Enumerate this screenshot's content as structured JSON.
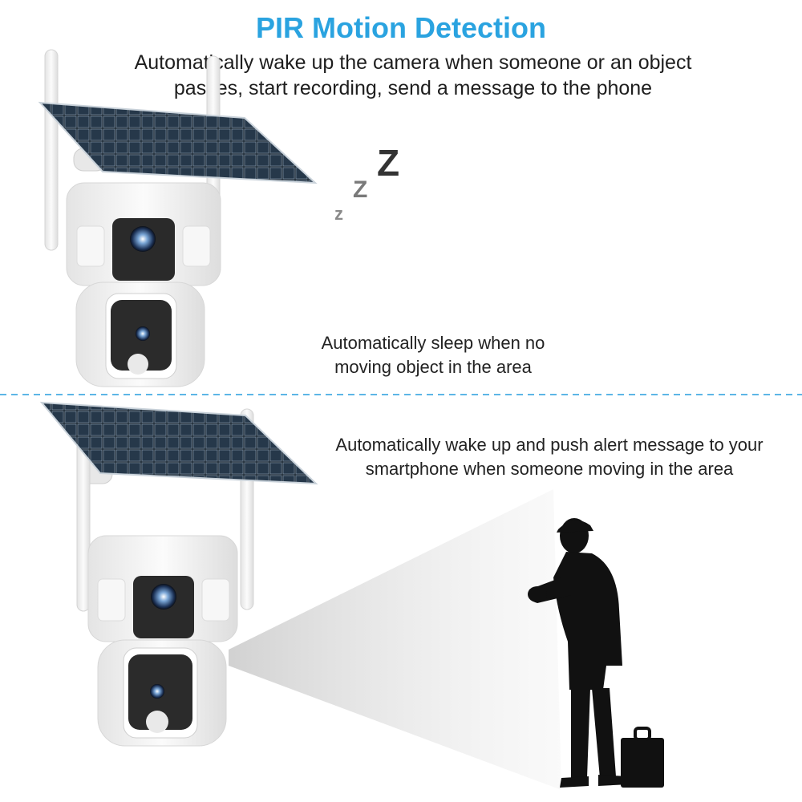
{
  "title": "PIR Motion Detection",
  "description": {
    "line1": "Automatically wake up the camera when someone or an object",
    "line2": "passes, start recording, send a message to the phone"
  },
  "sleep_caption": {
    "line1": "Automatically sleep when no",
    "line2": "moving object in the area"
  },
  "wake_caption": {
    "line1": "Automatically wake up and push alert message to your",
    "line2": "smartphone when someone moving in the area"
  },
  "sleep_indicator": [
    "z",
    "Z",
    "Z"
  ],
  "colors": {
    "title": "#2aa3e0",
    "divider": "#5cb6e6",
    "silhouette": "#111111",
    "panel": "#1c2630",
    "camera_body": "#f4f4f4",
    "lens_window": "#2a2a2a"
  },
  "icons": [
    "solar-panel-icon",
    "camera-icon",
    "person-silhouette-icon",
    "sleep-zzz-icon"
  ]
}
